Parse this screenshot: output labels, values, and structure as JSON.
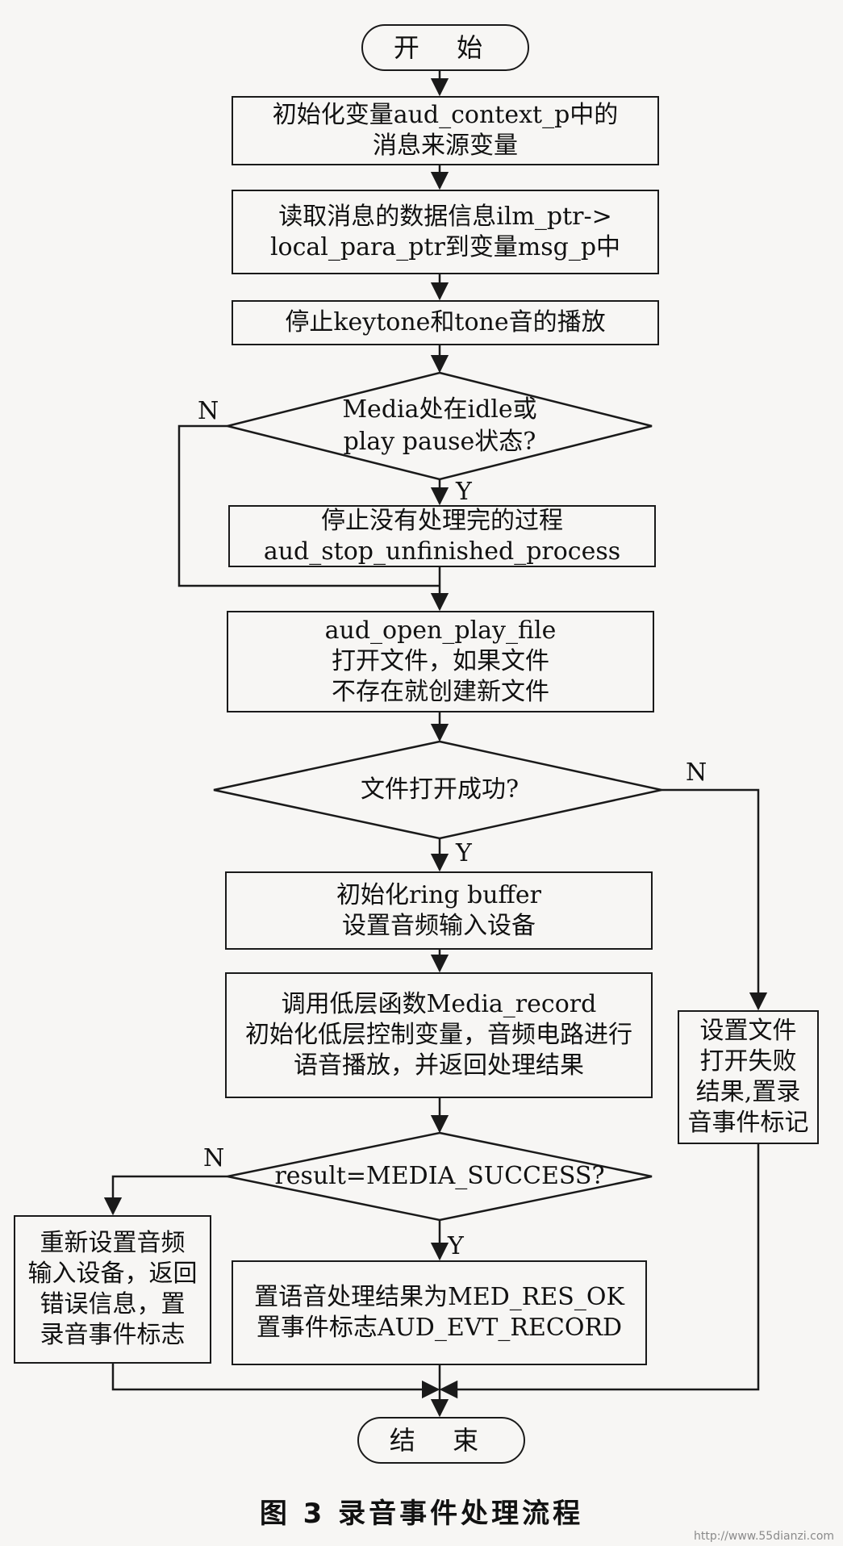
{
  "nodes": {
    "start": "开  始",
    "init_var": [
      "初始化变量aud_context_p中的",
      "消息来源变量"
    ],
    "read_msg": [
      "读取消息的数据信息ilm_ptr->",
      "local_para_ptr到变量msg_p中"
    ],
    "stop_tone": [
      "停止keytone和tone音的播放"
    ],
    "dec_media": [
      "Media处在idle或",
      "play pause状态?"
    ],
    "stop_unfinished": [
      "停止没有处理完的过程",
      "aud_stop_unfinished_process"
    ],
    "open_file": [
      "aud_open_play_file",
      "打开文件，如果文件",
      "不存在就创建新文件"
    ],
    "dec_file_ok": [
      "文件打开成功?"
    ],
    "init_ring": [
      "初始化ring buffer",
      "设置音频输入设备"
    ],
    "call_record": [
      "调用低层函数Media_record",
      "初始化低层控制变量，音频电路进行",
      "语音播放，并返回处理结果"
    ],
    "set_fail": [
      "设置文件",
      "打开失败",
      "结果,置录",
      "音事件标记"
    ],
    "dec_result": [
      "result=MEDIA_SUCCESS?"
    ],
    "reset_device": [
      "重新设置音频",
      "输入设备，返回",
      "错误信息，置",
      "录音事件标志"
    ],
    "set_ok": [
      "置语音处理结果为MED_RES_OK",
      "置事件标志AUD_EVT_RECORD"
    ],
    "end": "结  束"
  },
  "labels": {
    "media_no": "N",
    "media_yes": "Y",
    "file_no": "N",
    "file_yes": "Y",
    "result_no": "N",
    "result_yes": "Y"
  },
  "caption": "图 3   录音事件处理流程",
  "watermark": "http://www.55dianzi.com"
}
